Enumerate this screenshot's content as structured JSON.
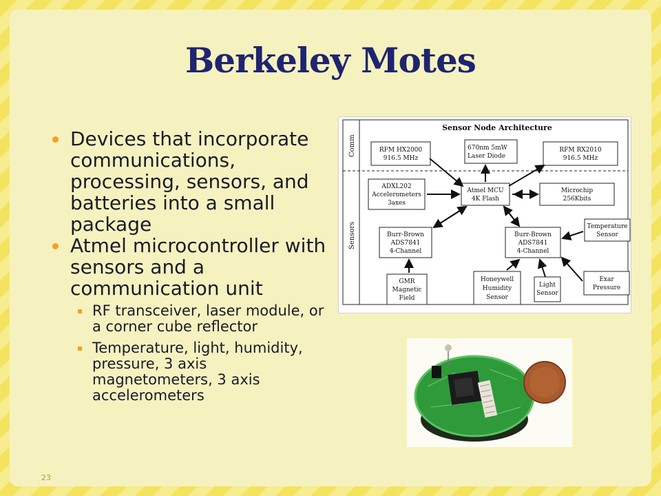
{
  "slide": {
    "title": "Berkeley Motes",
    "page_number": "23",
    "bullets": [
      {
        "text": "Devices that incorporate communications, processing, sensors, and batteries into a small package"
      },
      {
        "text": "Atmel microcontroller with sensors and a communication unit",
        "sub": [
          "RF transceiver, laser module, or a corner cube reflector",
          "Temperature, light, humidity, pressure, 3 axis magnetometers, 3 axis accelerometers"
        ]
      }
    ]
  },
  "diagram": {
    "title": "Sensor Node Architecture",
    "side_labels": {
      "comm": "Comm",
      "sensors": "Sensors"
    },
    "boxes": {
      "rfm_hx": [
        "RFM HX2000",
        "916.5 MHz"
      ],
      "laser": [
        "670nm 5mW",
        "Laser Diode"
      ],
      "rfm_rx": [
        "RFM RX2010",
        "916.5 MHz"
      ],
      "adxl": [
        "ADXL202",
        "Accelerometers",
        "3axes"
      ],
      "mcu": [
        "Atmel MCU",
        "4K Flash"
      ],
      "microchip": [
        "Microchip",
        "256Kbits"
      ],
      "bb_left": [
        "Burr-Brown",
        "ADS7841",
        "4-Channel"
      ],
      "bb_right": [
        "Burr-Brown",
        "ADS7841",
        "4-Channel"
      ],
      "temp": [
        "Temperature",
        "Sensor"
      ],
      "gmr": [
        "GMR",
        "Magnetic",
        "Field"
      ],
      "humidity": [
        "Honeywell",
        "Humidity",
        "Sensor"
      ],
      "light": [
        "Light",
        "Sensor"
      ],
      "pressure": [
        "Exar",
        "Pressure"
      ]
    }
  },
  "photo": {
    "description_icon": "mote-board-photo"
  },
  "colors": {
    "title": "#1f2470",
    "bullet": "#f2a21c",
    "slide_bg": "#f6f2bf",
    "stripe": "#f3e35f"
  }
}
